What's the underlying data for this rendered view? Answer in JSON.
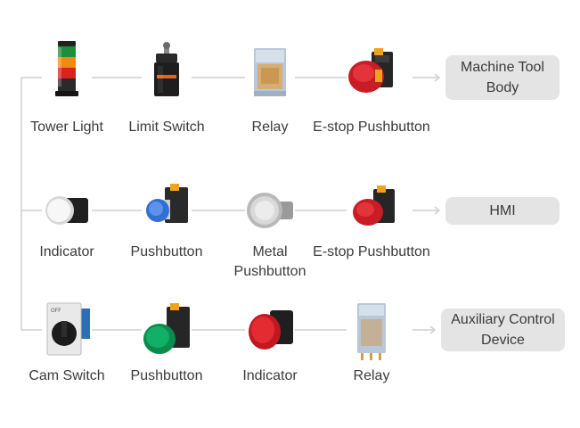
{
  "rows": [
    {
      "items": [
        {
          "label": "Tower Light",
          "icon": "tower-light-icon"
        },
        {
          "label": "Limit Switch",
          "icon": "limit-switch-icon"
        },
        {
          "label": "Relay",
          "icon": "relay-icon"
        },
        {
          "label": "E-stop Pushbutton",
          "icon": "estop-pushbutton-icon"
        }
      ],
      "target": "Machine Tool\nBody"
    },
    {
      "items": [
        {
          "label": "Indicator",
          "icon": "white-indicator-icon"
        },
        {
          "label": "Pushbutton",
          "icon": "blue-pushbutton-icon"
        },
        {
          "label": "Metal\nPushbutton",
          "icon": "metal-pushbutton-icon"
        },
        {
          "label": "E-stop Pushbutton",
          "icon": "estop-pushbutton-icon"
        }
      ],
      "target": "HMI"
    },
    {
      "items": [
        {
          "label": "Cam Switch",
          "icon": "cam-switch-icon"
        },
        {
          "label": "Pushbutton",
          "icon": "green-pushbutton-icon"
        },
        {
          "label": "Indicator",
          "icon": "red-indicator-icon"
        },
        {
          "label": "Relay",
          "icon": "clear-relay-icon"
        }
      ],
      "target": "Auxiliary Control\nDevice"
    }
  ],
  "colors": {
    "line": "#cfcfcf",
    "target_bg": "#e4e4e4",
    "estop_red": "#d9232a",
    "green": "#0a9a55",
    "blue": "#2f6fd6",
    "orange": "#f0a21e"
  }
}
